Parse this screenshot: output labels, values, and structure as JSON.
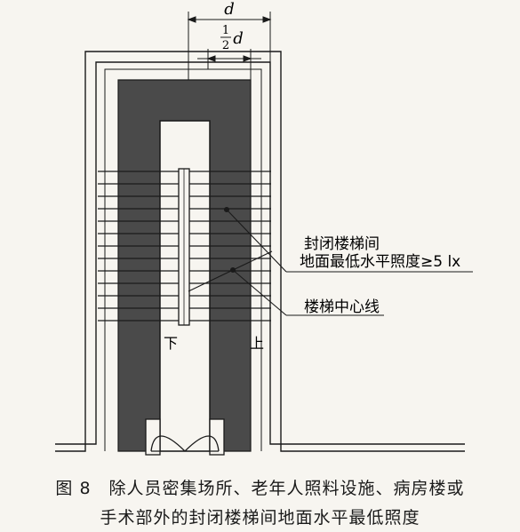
{
  "dimension_labels": {
    "full_width": "d",
    "half_width_numerator": "1",
    "half_width_denominator": "2",
    "half_width_symbol": "d"
  },
  "callouts": {
    "stairwell_name": "封闭楼梯间",
    "illuminance_requirement": "地面最低水平照度≥5 lx",
    "centerline": "楼梯中心线"
  },
  "stair_labels": {
    "down": "下",
    "up": "上"
  },
  "caption": {
    "line1": "图 8　除人员密集场所、老年人照料设施、病房楼或",
    "line2": "手术部外的封闭楼梯间地面水平最低照度"
  },
  "colors": {
    "illuminated_zone": "#4a4a4a",
    "line": "#1a1a1a",
    "paper": "#f7f5f0"
  }
}
